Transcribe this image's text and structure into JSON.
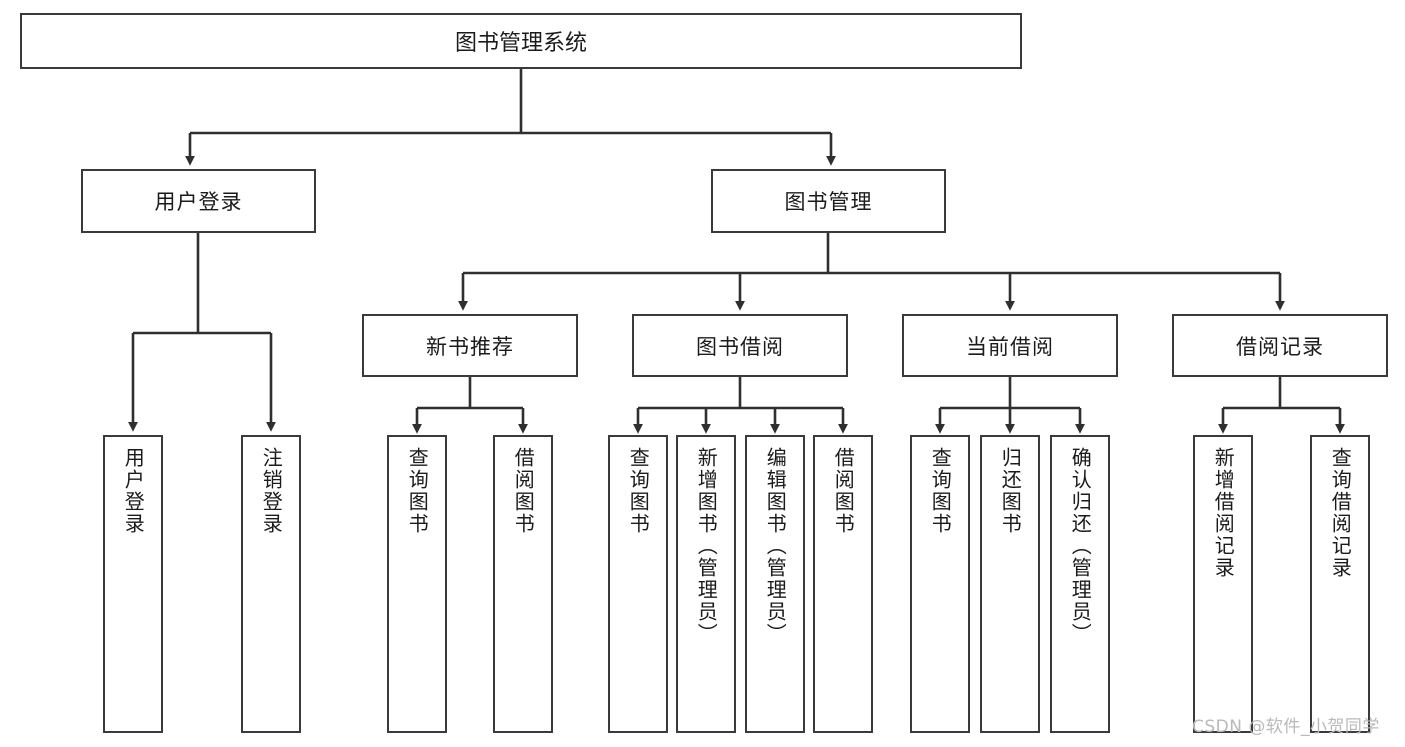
{
  "diagram": {
    "title": "图书管理系统",
    "type": "tree-hierarchy-diagram",
    "root": {
      "label": "图书管理系统"
    },
    "level2": [
      {
        "label": "用户登录"
      },
      {
        "label": "图书管理"
      }
    ],
    "level3": [
      {
        "label": "新书推荐"
      },
      {
        "label": "图书借阅"
      },
      {
        "label": "当前借阅"
      },
      {
        "label": "借阅记录"
      }
    ],
    "leaves": {
      "user_login": [
        {
          "label": "用户登录"
        },
        {
          "label": "注销登录"
        }
      ],
      "new_book_recommend": [
        {
          "label": "查询图书"
        },
        {
          "label": "借阅图书"
        }
      ],
      "book_borrow": [
        {
          "label": "查询图书"
        },
        {
          "label": "新增图书（管理员）"
        },
        {
          "label": "编辑图书（管理员）"
        },
        {
          "label": "借阅图书"
        }
      ],
      "current_borrow": [
        {
          "label": "查询图书"
        },
        {
          "label": "归还图书"
        },
        {
          "label": "确认归还（管理员）"
        }
      ],
      "borrow_records": [
        {
          "label": "新增借阅记录"
        },
        {
          "label": "查询借阅记录"
        }
      ]
    }
  },
  "watermark": {
    "text": "CSDN @软件_小贺同学"
  },
  "colors": {
    "box_border": "#3a3a3a",
    "box_fill": "#ffffff",
    "text": "#1b1b1b",
    "connector": "#2f2f2f",
    "watermark": "#b9b9b9"
  }
}
